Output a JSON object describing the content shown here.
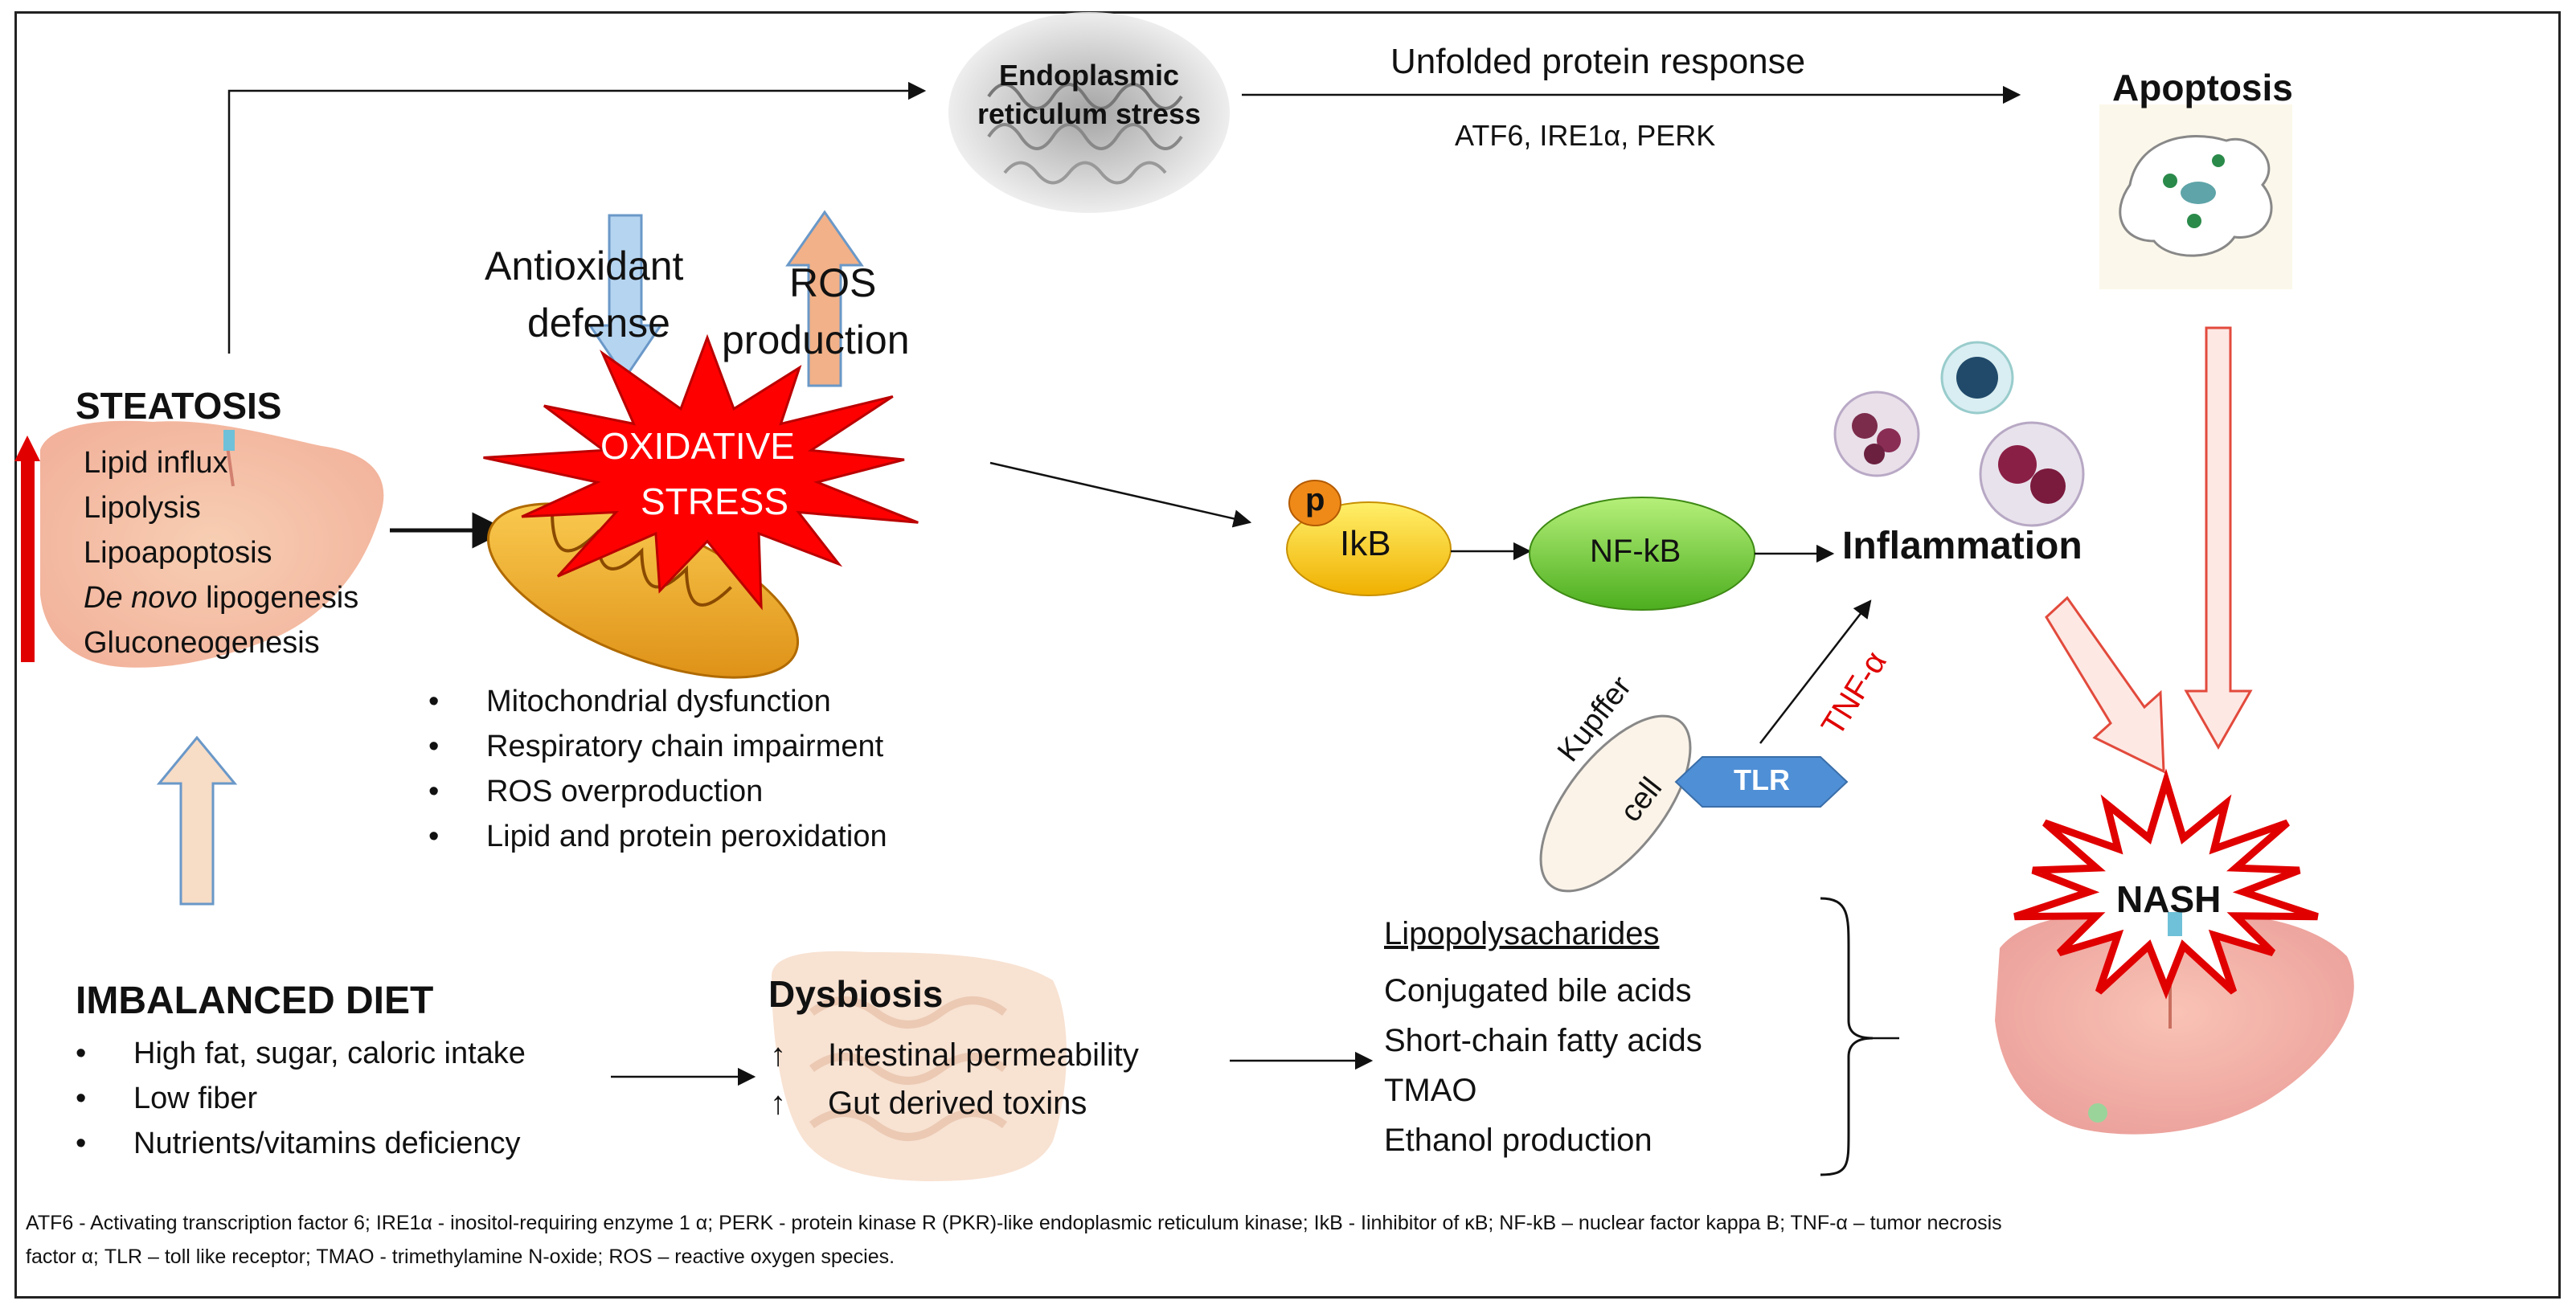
{
  "colors": {
    "accent_red": "#e00000",
    "ikb_fill": "#ffd21c",
    "nfkb_fill": "#77d43a",
    "tlr_fill": "#4f8fd6",
    "p_fill": "#ef8a18",
    "ros_arrow": "#f2b188",
    "antiox_arrow": "#b5d4f0",
    "diet_arrow": "#f7dcc6"
  },
  "er_stress": {
    "label": "Endoplasmic reticulum stress"
  },
  "upr": {
    "label": "Unfolded protein response",
    "mediators": "ATF6, IRE1α, PERK"
  },
  "apoptosis": {
    "label": "Apoptosis",
    "icon": "apoptotic-cell-icon"
  },
  "antioxidant": {
    "label_line1": "Antioxidant",
    "label_line2": "defense"
  },
  "ros": {
    "label_line1": "ROS",
    "label_line2": "production"
  },
  "oxidative": {
    "line1": "OXIDATIVE",
    "line2": "STRESS"
  },
  "steatosis": {
    "title": "STEATOSIS",
    "items": [
      "Lipid influx",
      "Lipolysis",
      "Lipoapoptosis"
    ],
    "denovo_italic": "De novo",
    "denovo_rest": " lipogenesis",
    "last_item": "Gluconeogenesis"
  },
  "mito": {
    "items": [
      "Mitochondrial dysfunction",
      "Respiratory chain impairment",
      "ROS overproduction",
      "Lipid and protein peroxidation"
    ]
  },
  "signaling": {
    "p": "p",
    "ikb": "IkB",
    "nfkb": "NF-kB",
    "inflammation": "Inflammation"
  },
  "kupffer": {
    "line1": "Kupffer",
    "line2": "cell",
    "tlr": "TLR",
    "tnf": "TNF-α"
  },
  "nash": {
    "label": "NASH"
  },
  "diet": {
    "title": "IMBALANCED DIET",
    "items": [
      "High fat, sugar, caloric intake",
      "Low fiber",
      "Nutrients/vitamins deficiency"
    ]
  },
  "dysbiosis": {
    "title": "Dysbiosis",
    "items": [
      "Intestinal permeability",
      "Gut derived toxins"
    ],
    "arrow_glyph": "↑"
  },
  "metabolites": {
    "title": "Lipopolysacharides",
    "items": [
      "Conjugated bile acids",
      "Short-chain fatty acids",
      "TMAO",
      "Ethanol production"
    ]
  },
  "footnote": {
    "line1": "ATF6 - Activating transcription factor 6; IRE1α - inositol-requiring enzyme 1 α; PERK - protein kinase R (PKR)-like endoplasmic reticulum kinase; IkB - Iinhibitor of κB; NF-kB – nuclear factor kappa B; TNF-α – tumor necrosis",
    "line2": "factor α; TLR – toll like receptor; TMAO - trimethylamine N-oxide; ROS – reactive oxygen species."
  }
}
